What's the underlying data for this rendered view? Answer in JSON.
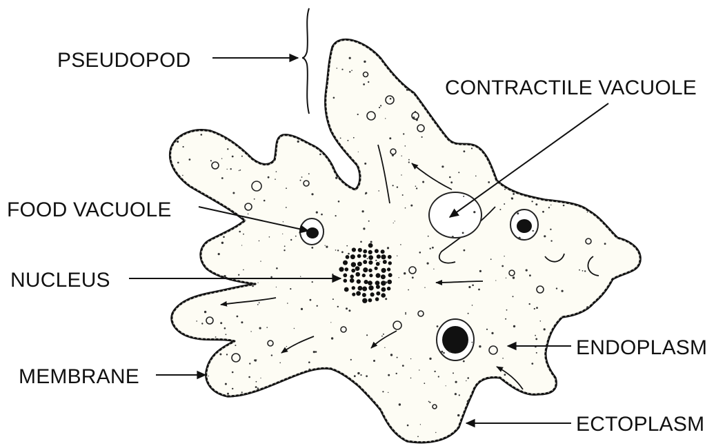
{
  "labels": {
    "pseudopod": "PSEUDOPOD",
    "contractile_vacuole": "CONTRACTILE VACUOLE",
    "food_vacuole": "FOOD VACUOLE",
    "nucleus": "NUCLEUS",
    "endoplasm": "ENDOPLASM",
    "membrane": "MEMBRANE",
    "ectoplasm": "ECTOPLASM"
  },
  "colors": {
    "ink": "#111111",
    "cytoplasm": "#fdfcf4",
    "background": "#ffffff"
  }
}
